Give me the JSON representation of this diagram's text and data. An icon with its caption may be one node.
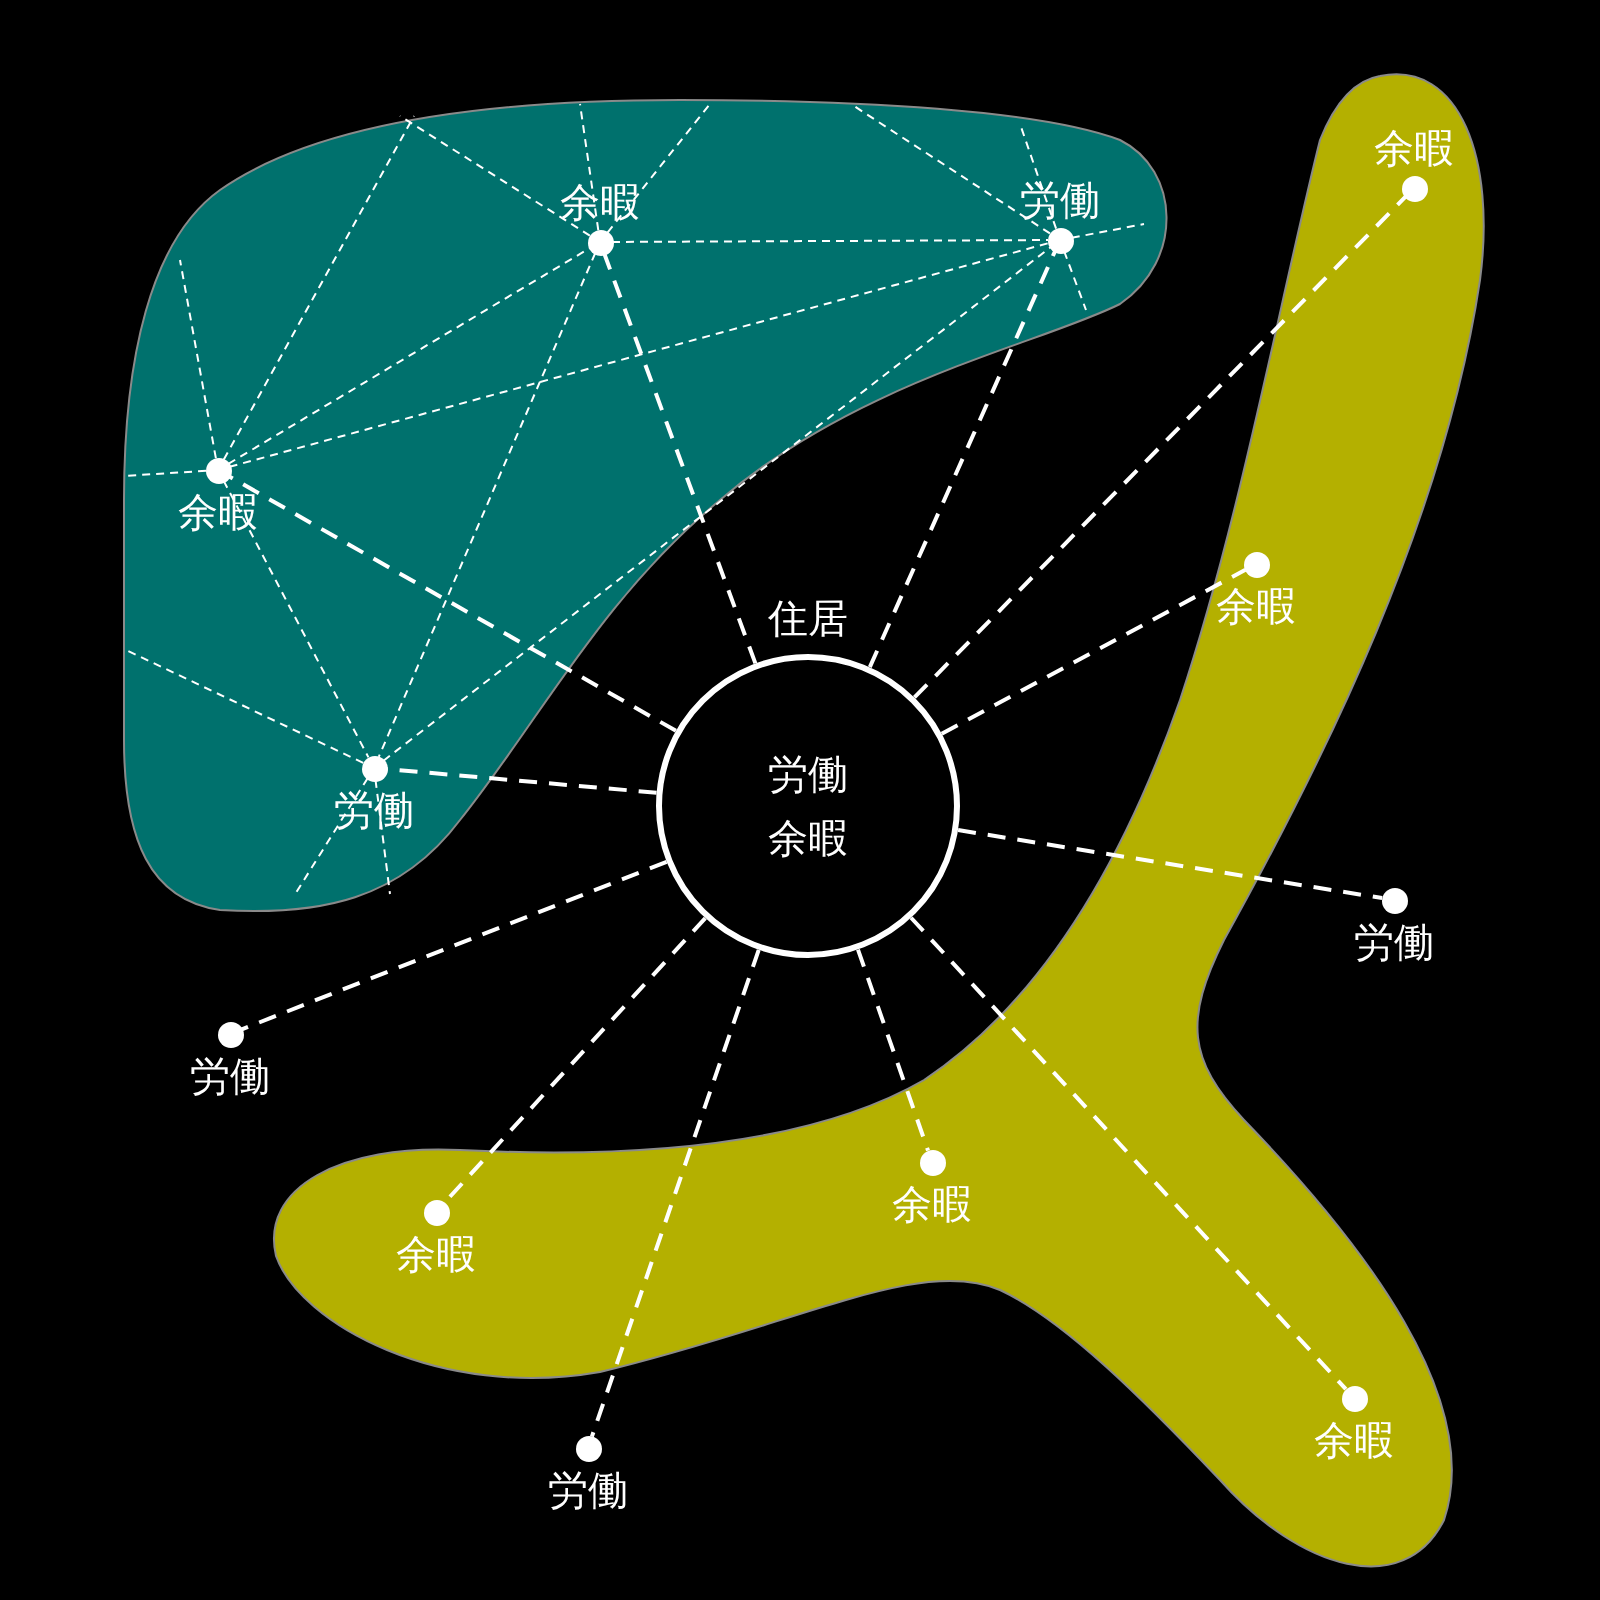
{
  "diagram": {
    "nodes": [
      {
        "text": [
          "労働",
          "余暇"
        ],
        "beside": [
          "住居"
        ]
      },
      {
        "text": [
          "余暇"
        ]
      },
      {
        "text": [
          "労働"
        ]
      },
      {
        "text": [
          "余暇"
        ]
      },
      {
        "text": [
          "余暇"
        ]
      },
      {
        "text": [
          "余暇"
        ]
      },
      {
        "text": [
          "労働"
        ]
      },
      {
        "text": [
          "労働"
        ]
      },
      {
        "text": [
          "労働"
        ]
      },
      {
        "text": [
          "余暇"
        ]
      },
      {
        "text": [
          "余暇"
        ]
      },
      {
        "text": [
          "余暇"
        ]
      },
      {
        "text": [
          "労働"
        ]
      }
    ],
    "edges": [
      {
        "from": 0,
        "to": 1,
        "arrow": "none",
        "style": "dashed"
      },
      {
        "from": 0,
        "to": 2,
        "arrow": "none",
        "style": "dashed"
      },
      {
        "from": 0,
        "to": 3,
        "arrow": "none",
        "style": "dashed"
      },
      {
        "from": 0,
        "to": 4,
        "arrow": "none",
        "style": "dashed"
      },
      {
        "from": 0,
        "to": 5,
        "arrow": "none",
        "style": "dashed"
      },
      {
        "from": 0,
        "to": 6,
        "arrow": "none",
        "style": "dashed"
      },
      {
        "from": 0,
        "to": 7,
        "arrow": "none",
        "style": "dashed"
      },
      {
        "from": 0,
        "to": 8,
        "arrow": "none",
        "style": "dashed"
      },
      {
        "from": 0,
        "to": 9,
        "arrow": "none",
        "style": "dashed"
      },
      {
        "from": 0,
        "to": 10,
        "arrow": "none",
        "style": "dashed"
      },
      {
        "from": 0,
        "to": 11,
        "arrow": "none",
        "style": "dashed"
      },
      {
        "from": 0,
        "to": 12,
        "arrow": "none",
        "style": "dashed"
      },
      {
        "from": 1,
        "to": 2,
        "arrow": "none",
        "style": "dashed"
      },
      {
        "from": 4,
        "to": 1,
        "arrow": "none",
        "style": "dashed"
      },
      {
        "from": 4,
        "to": 2,
        "arrow": "none",
        "style": "dashed"
      },
      {
        "from": 1,
        "to": 6,
        "arrow": "none",
        "style": "dashed"
      },
      {
        "from": 4,
        "to": 6,
        "arrow": "none",
        "style": "dashed"
      },
      {
        "from": 6,
        "to": 2,
        "arrow": "none",
        "style": "dashed"
      },
      {
        "from": 4,
        "to": null,
        "arrow": "none",
        "style": "dashed"
      },
      {
        "from": 4,
        "to": null,
        "arrow": "none",
        "style": "dashed"
      },
      {
        "from": 4,
        "to": null,
        "arrow": "none",
        "style": "dashed"
      },
      {
        "from": 1,
        "to": null,
        "arrow": "none",
        "style": "dashed"
      },
      {
        "from": 1,
        "to": null,
        "arrow": "none",
        "style": "dashed"
      },
      {
        "from": 1,
        "to": null,
        "arrow": "none",
        "style": "dashed"
      },
      {
        "from": 2,
        "to": null,
        "arrow": "none",
        "style": "dashed"
      },
      {
        "from": 2,
        "to": null,
        "arrow": "none",
        "style": "dashed"
      },
      {
        "from": 2,
        "to": null,
        "arrow": "none",
        "style": "dashed"
      },
      {
        "from": 2,
        "to": null,
        "arrow": "none",
        "style": "dashed"
      },
      {
        "from": 6,
        "to": null,
        "arrow": "none",
        "style": "dashed"
      },
      {
        "from": 6,
        "to": null,
        "arrow": "none",
        "style": "dashed"
      },
      {
        "from": 6,
        "to": null,
        "arrow": "none",
        "style": "dashed"
      }
    ]
  }
}
